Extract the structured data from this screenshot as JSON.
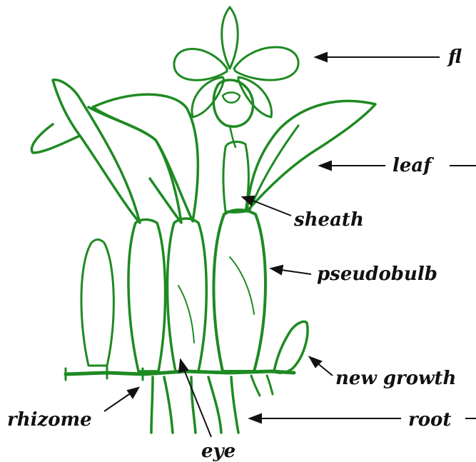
{
  "colors": {
    "ink": "#1e8a22",
    "label": "#111111",
    "background": "#ffffff"
  },
  "labels": {
    "flower": "fl",
    "leaf": "leaf",
    "sheath": "sheath",
    "pseudobulb": "pseudobulb",
    "new_growth": "new growth",
    "rhizome": "rhizome",
    "root": "root",
    "eye": "eye"
  }
}
